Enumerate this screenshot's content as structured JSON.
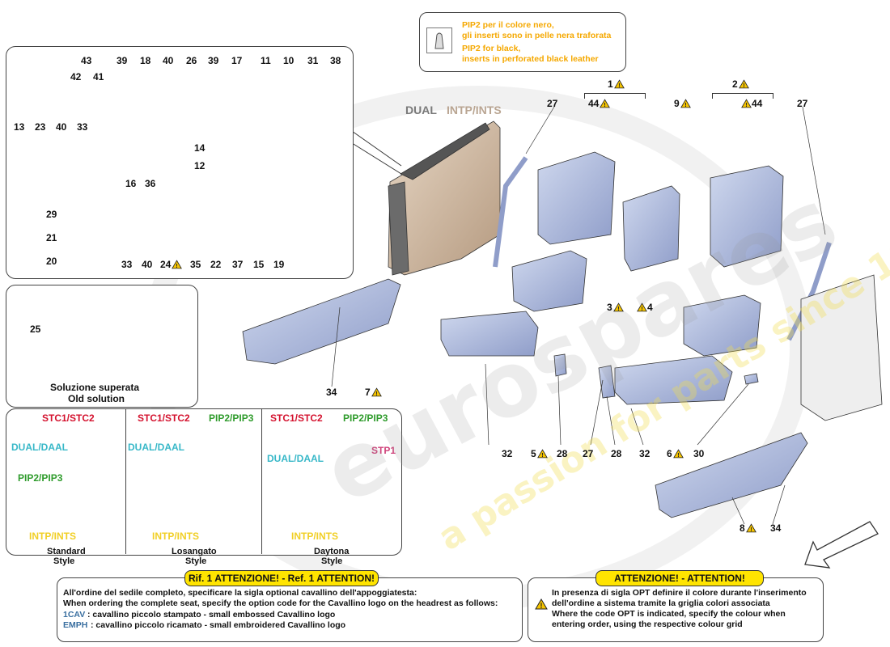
{
  "colors": {
    "accent_yellow": "#f5c400",
    "label_red": "#d4122e",
    "label_green": "#2e9b2b",
    "label_cyan": "#38b8c8",
    "label_pink": "#d0447c",
    "label_yellow": "#f1cf25",
    "dual_grey": "#7a7a7a",
    "intp_tan": "#b9a592",
    "callout_header": "#ffe400",
    "code_blue": "#3a6fa0"
  },
  "pip2_note": {
    "it_line1": "PIP2 per il colore nero,",
    "it_line2": "gli inserti sono in pelle nera traforata",
    "en_line1": "PIP2 for black,",
    "en_line2": "inserts in perforated black leather"
  },
  "main_labels": {
    "dual": "DUAL",
    "intp": "INTP/INTS"
  },
  "old_solution": {
    "line1": "Soluzione superata",
    "line2": "Old solution"
  },
  "styles": [
    {
      "name_line1": "Standard",
      "name_line2": "Style",
      "stc": "STC1/STC2",
      "dual": "DUAL/DAAL",
      "pip": "PIP2/PIP3",
      "intp": "INTP/INTS"
    },
    {
      "name_line1": "Losangato",
      "name_line2": "Style",
      "stc": "STC1/STC2",
      "pip": "PIP2/PIP3",
      "dual": "DUAL/DAAL",
      "intp": "INTP/INTS"
    },
    {
      "name_line1": "Daytona",
      "name_line2": "Style",
      "stc": "STC1/STC2",
      "pip": "PIP2/PIP3",
      "dual": "DUAL/DAAL",
      "stp": "STP1",
      "intp": "INTP/INTS"
    }
  ],
  "rif_box": {
    "header": "Rif. 1 ATTENZIONE! - Ref. 1 ATTENTION!",
    "line1": "All'ordine del sedile completo, specificare la sigla optional cavallino dell'appoggiatesta:",
    "line2": "When ordering the complete seat, specify the option code for the Cavallino logo on the headrest as follows:",
    "code1": "1CAV",
    "code1_text": ": cavallino piccolo stampato - small embossed Cavallino logo",
    "code2": "EMPH",
    "code2_text": ": cavallino piccolo ricamato - small embroidered Cavallino logo"
  },
  "attn_box": {
    "header": "ATTENZIONE! - ATTENTION!",
    "line1": "In presenza di sigla OPT definire il colore durante l'inserimento",
    "line2": "dell'ordine a sistema tramite la griglia colori associata",
    "line3": "Where the code OPT is indicated, specify the colour when",
    "line4": "entering order, using the respective colour grid"
  },
  "watermark": {
    "brand": "eurospares",
    "slogan": "a passion for parts since 1985"
  },
  "icons": {
    "warning": "warning-triangle-icon",
    "direction": "direction-arrow-icon",
    "seat": "seat-icon"
  },
  "callouts": {
    "c43": "43",
    "c42": "42",
    "c41": "41",
    "c39a": "39",
    "c18": "18",
    "c40a": "40",
    "c26": "26",
    "c39b": "39",
    "c17": "17",
    "c11": "11",
    "c10": "10",
    "c31": "31",
    "c38": "38",
    "c13": "13",
    "c23": "23",
    "c40b": "40",
    "c33a": "33",
    "c14": "14",
    "c12": "12",
    "c16": "16",
    "c36": "36",
    "c29": "29",
    "c21": "21",
    "c20": "20",
    "c33b": "33",
    "c40c": "40",
    "c24": "24",
    "c35": "35",
    "c22": "22",
    "c37": "37",
    "c15": "15",
    "c19": "19",
    "c25": "25",
    "c27a": "27",
    "c1": "1",
    "c44a": "44",
    "c9": "9",
    "c2": "2",
    "c44b": "44",
    "c27b": "27",
    "c3": "3",
    "c4": "4",
    "c34a": "34",
    "c7": "7",
    "c32a": "32",
    "c5": "5",
    "c28a": "28",
    "c27c": "27",
    "c28b": "28",
    "c32b": "32",
    "c6": "6",
    "c30": "30",
    "c8": "8",
    "c34b": "34"
  }
}
